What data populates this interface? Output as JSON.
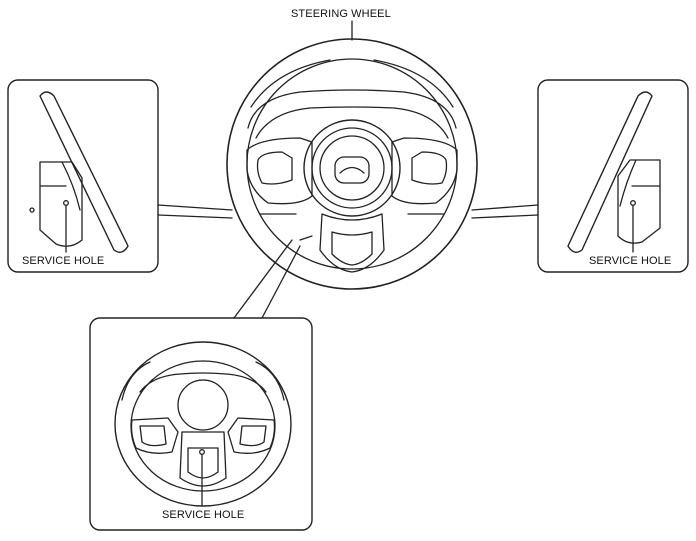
{
  "labels": {
    "steering_wheel": "STEERING WHEEL",
    "service_hole_left": "SERVICE HOLE",
    "service_hole_right": "SERVICE HOLE",
    "service_hole_bottom": "SERVICE HOLE"
  },
  "colors": {
    "line": "#222222",
    "background": "#ffffff"
  }
}
